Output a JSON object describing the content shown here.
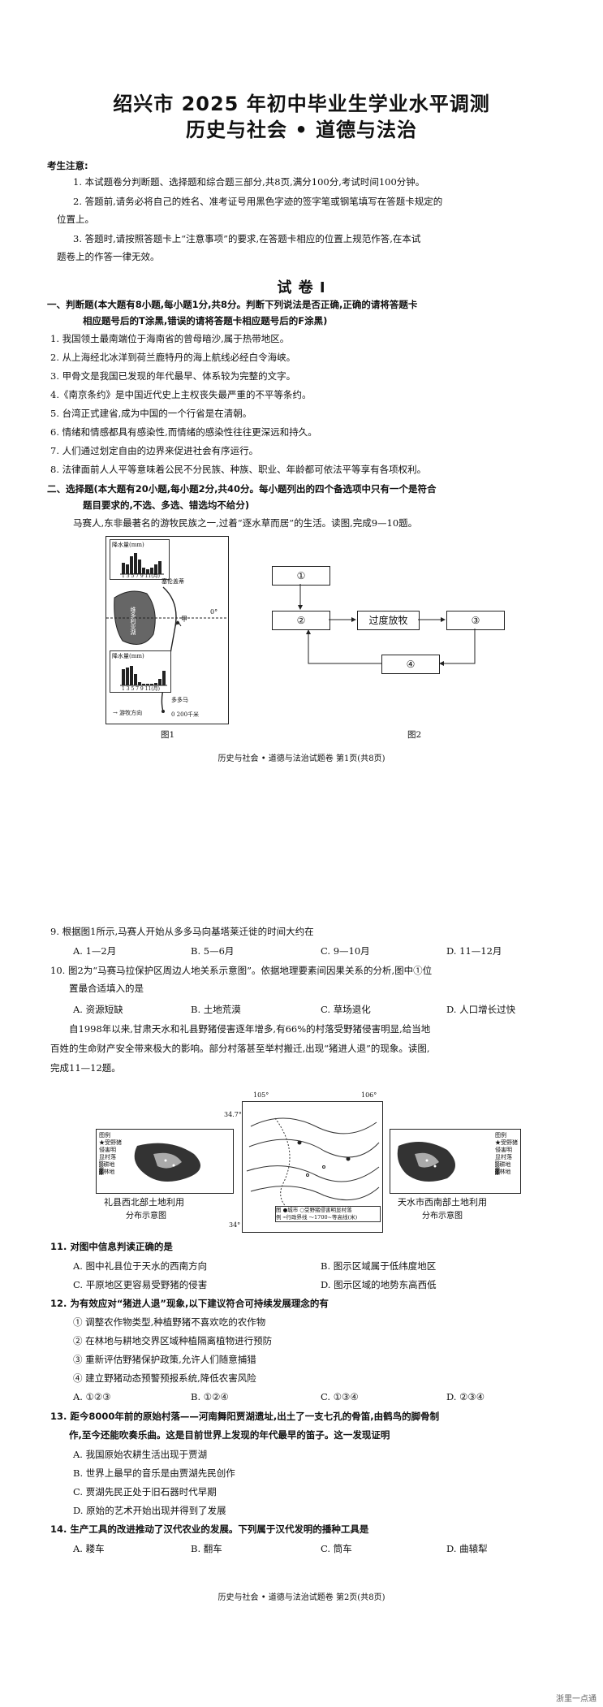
{
  "header": {
    "title_line1": "绍兴市 2025 年初中毕业生学业水平调测",
    "title_line2": "历史与社会 • 道德与法治"
  },
  "notice": {
    "heading": "考生注意:",
    "items": [
      "1. 本试题卷分判断题、选择题和综合题三部分,共8页,满分100分,考试时间100分钟。",
      "2. 答题前,请务必将自己的姓名、准考证号用黑色字迹的签字笔或钢笔填写在答题卡规定的",
      "位置上。",
      "3. 答题时,请按照答题卡上“注意事项”的要求,在答题卡相应的位置上规范作答,在本试",
      "题卷上的作答一律无效。"
    ]
  },
  "section_title": "试 卷 I",
  "part1": {
    "heading_1": "一、判断题(本大题有8小题,每小题1分,共8分。判断下列说法是否正确,正确的请将答题卡",
    "heading_2": "相应题号后的T涂黑,错误的请将答题卡相应题号后的F涂黑)",
    "items": [
      "1. 我国领土最南端位于海南省的曾母暗沙,属于热带地区。",
      "2. 从上海经北冰洋到荷兰鹿特丹的海上航线必经白令海峡。",
      "3. 甲骨文是我国已发现的年代最早、体系较为完整的文字。",
      "4.《南京条约》是中国近代史上主权丧失最严重的不平等条约。",
      "5. 台湾正式建省,成为中国的一个行省是在清朝。",
      "6. 情绪和情感都具有感染性,而情绪的感染性往往更深远和持久。",
      "7. 人们通过划定自由的边界来促进社会有序运行。",
      "8. 法律面前人人平等意味着公民不分民族、种族、职业、年龄都可依法平等享有各项权利。"
    ]
  },
  "part2": {
    "heading_1": "二、选择题(本大题有20小题,每小题2分,共40分。每小题列出的四个备选项中只有一个是符合",
    "heading_2": "题目要求的,不选、多选、错选均不给分)",
    "intro": "马赛人,东非最著名的游牧民族之一,过着“逐水草而居”的生活。读图,完成9—10题。"
  },
  "fig1": {
    "chart_top_label": "降水量(mm)",
    "months": "1 3 5 7 9 11(月)",
    "place_top": "塞伦盖蒂",
    "lake": "维多利亚湖",
    "place_mid": "甲",
    "place_bottom": "多多马",
    "equator": "0°",
    "chart_bottom_label": "降水量(mm)",
    "legend": "→ 游牧方向",
    "scale": "0  200千米",
    "caption": "图1"
  },
  "fig2": {
    "box1": "①",
    "box2": "②",
    "box_mid": "过度放牧",
    "box3": "③",
    "box4": "④",
    "caption": "图2"
  },
  "footer1": "历史与社会 • 道德与法治试题卷 第1页(共8页)",
  "q9": {
    "stem": "9. 根据图1所示,马赛人开始从多多马向基塔莱迁徙的时间大约在",
    "options": [
      "A. 1—2月",
      "B. 5—6月",
      "C. 9—10月",
      "D. 11—12月"
    ]
  },
  "q10": {
    "stem_1": "10. 图2为“马赛马拉保护区周边人地关系示意图”。依据地理要素间因果关系的分析,图中①位",
    "stem_2": "置最合适填入的是",
    "options": [
      "A. 资源短缺",
      "B. 土地荒漠",
      "C. 草场退化",
      "D. 人口增长过快"
    ]
  },
  "passage": [
    "自1998年以来,甘肃天水和礼县野猪侵害逐年增多,有66%的村落受野猪侵害明显,给当地",
    "百姓的生命财产安全带来极大的影响。部分村落甚至举村搬迁,出现“猪进人退”的现象。读图,",
    "完成11—12题。"
  ],
  "fig3": {
    "left_legend": "图例\n★受野猪\n侵害明\n显村落\n▒耕地\n▓林地",
    "left_caption_1": "礼县西北部土地利用",
    "left_caption_2": "分布示意图",
    "lon_left": "105°",
    "lon_right": "106°",
    "lat_top": "34.7°",
    "lat_bottom": "34°",
    "map_legend": "图 ●城市 ○受野猪侵害明显村落",
    "map_legend_2": "例 ┅行政界线 ～1700~等高线(米)",
    "right_legend": "图例\n★受野猪\n侵害明\n显村落\n▒耕地\n▓林地",
    "right_caption_1": "天水市西南部土地利用",
    "right_caption_2": "分布示意图"
  },
  "q11": {
    "stem": "11. 对图中信息判读正确的是",
    "options": [
      "A. 图中礼县位于天水的西南方向",
      "B. 图示区域属于低纬度地区",
      "C. 平原地区更容易受野猪的侵害",
      "D. 图示区域的地势东高西低"
    ]
  },
  "q12": {
    "stem": "12. 为有效应对“猪进人退”现象,以下建议符合可持续发展理念的有",
    "statements": [
      "① 调整农作物类型,种植野猪不喜欢吃的农作物",
      "② 在林地与耕地交界区域种植隔离植物进行预防",
      "③ 重新评估野猪保护政策,允许人们随意捕猎",
      "④ 建立野猪动态预警预报系统,降低农害风险"
    ],
    "options": [
      "A. ①②③",
      "B. ①②④",
      "C. ①③④",
      "D. ②③④"
    ]
  },
  "q13": {
    "stem_1": "13. 距今8000年前的原始村落——河南舞阳贾湖遗址,出土了一支七孔的骨笛,由鹤鸟的脚骨制",
    "stem_2": "作,至今还能吹奏乐曲。这是目前世界上发现的年代最早的笛子。这一发现证明",
    "options": [
      "A. 我国原始农耕生活出现于贾湖",
      "B. 世界上最早的音乐是由贾湖先民创作",
      "C. 贾湖先民正处于旧石器时代早期",
      "D. 原始的艺术开始出现并得到了发展"
    ]
  },
  "q14": {
    "stem": "14. 生产工具的改进推动了汉代农业的发展。下列属于汉代发明的播种工具是",
    "options": [
      "A. 耧车",
      "B. 翻车",
      "C. 筒车",
      "D. 曲辕犁"
    ]
  },
  "footer2": "历史与社会 • 道德与法治试题卷 第2页(共8页)",
  "watermark": "浙里一点通"
}
